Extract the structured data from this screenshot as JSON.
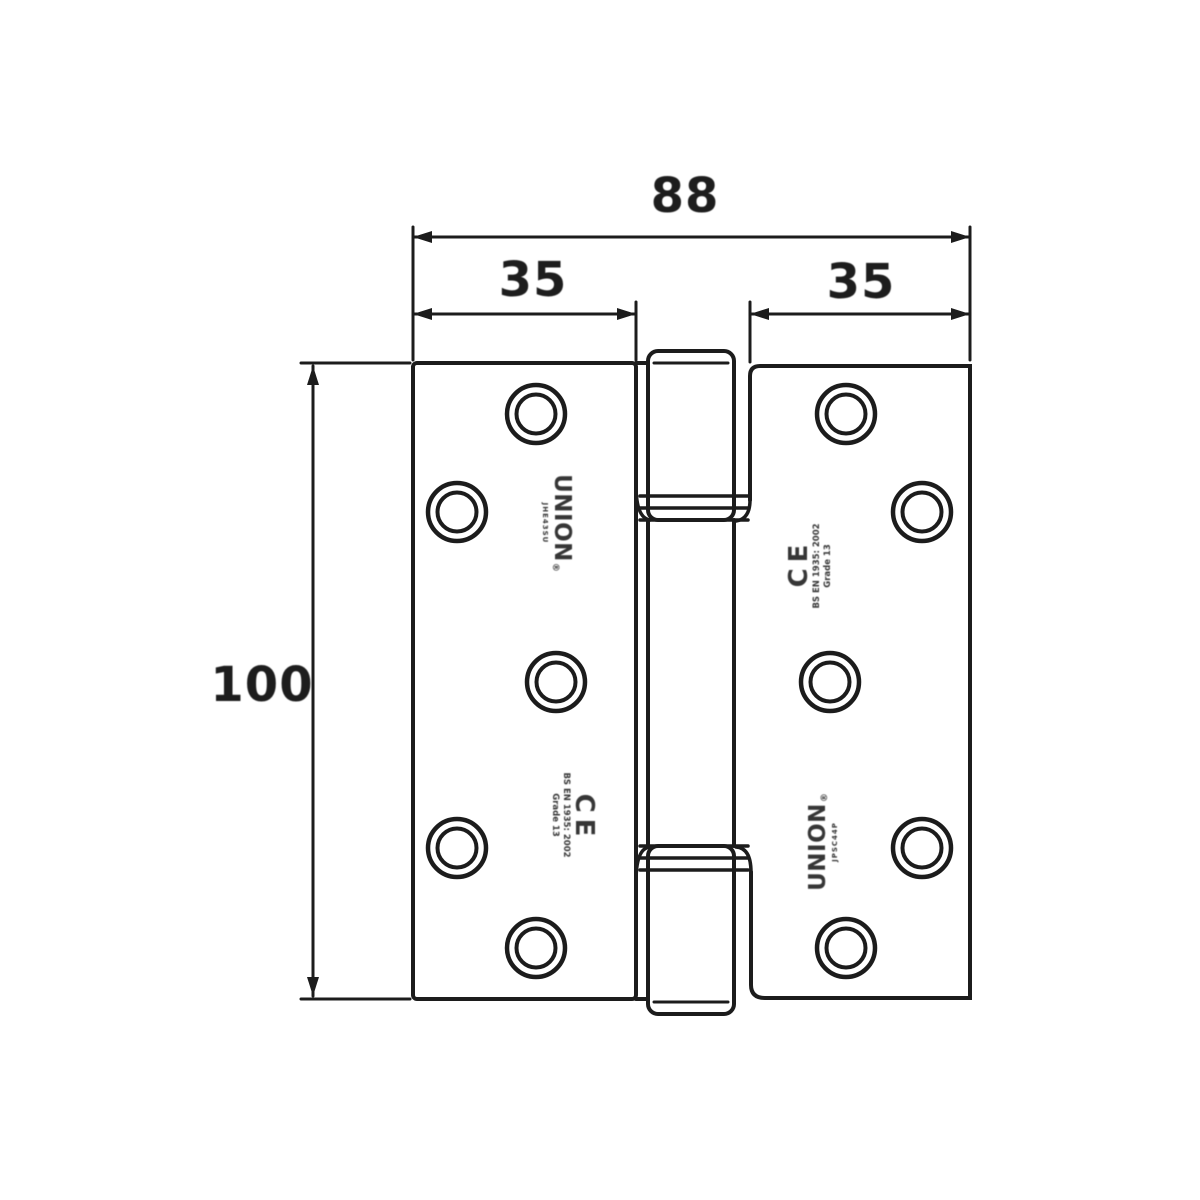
{
  "drawing": {
    "title": "door hinge front elevation technical drawing",
    "background": "#ffffff",
    "line_color": "#1c1c1c",
    "dimensions": {
      "overall_width": "88",
      "left_leaf_width": "35",
      "right_leaf_width": "35",
      "height": "100"
    },
    "stamps": {
      "brand": "UNION",
      "registered_mark": "®",
      "left_code": "JHE43SU",
      "right_code": "JPSC44P",
      "ce_mark": "CE",
      "standard_line": "BS EN 1935: 2002",
      "grade_line": "Grade 13"
    },
    "features": {
      "screw_holes_per_leaf": 5,
      "knuckles": 3
    }
  }
}
